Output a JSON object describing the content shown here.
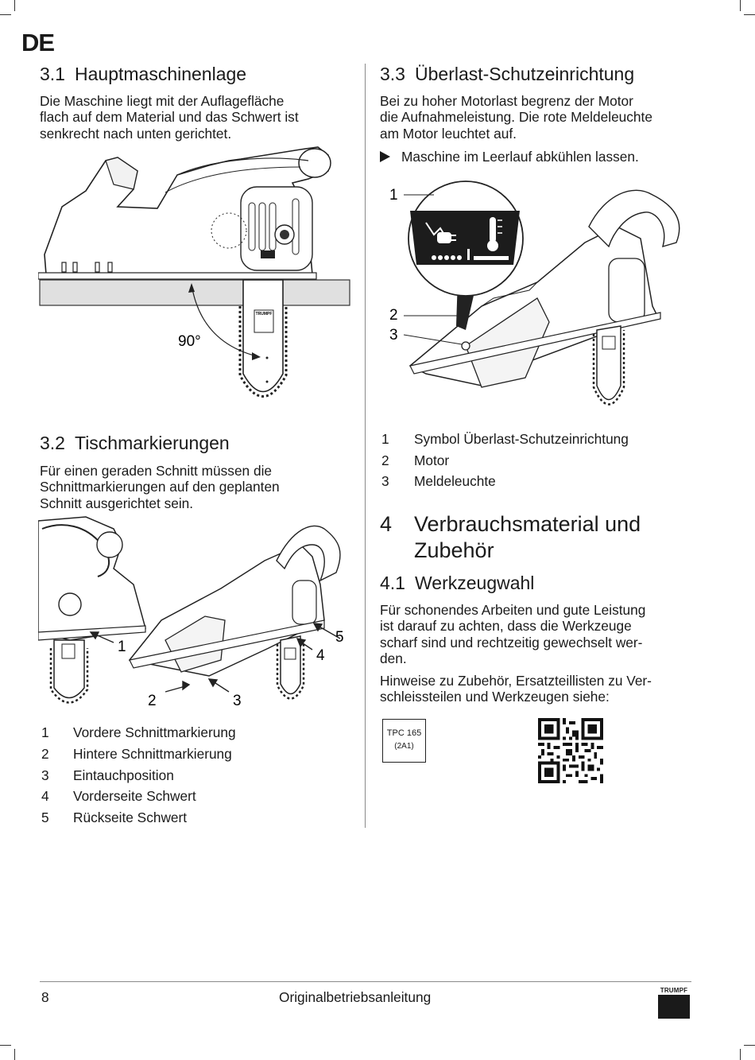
{
  "language": "DE",
  "left": {
    "s31": {
      "number": "3.1",
      "title": "Hauptmaschinenlage",
      "lines": [
        "Die Maschine liegt mit der Auflagefläche",
        "flach auf dem Material und das Schwert ist",
        "senkrecht nach unten gerichtet."
      ],
      "figure": {
        "angle_label": "90°",
        "brand": "TRUMPF"
      }
    },
    "s32": {
      "number": "3.2",
      "title": "Tischmarkierungen",
      "lines": [
        "Für einen geraden Schnitt müssen die",
        "Schnittmarkierungen auf den geplanten",
        "Schnitt ausgerichtet sein."
      ],
      "callouts": [
        "1",
        "2",
        "3",
        "4",
        "5"
      ],
      "legend": [
        {
          "n": "1",
          "text": "Vordere Schnittmarkierung"
        },
        {
          "n": "2",
          "text": "Hintere Schnittmarkierung"
        },
        {
          "n": "3",
          "text": "Eintauchposition"
        },
        {
          "n": "4",
          "text": "Vorderseite Schwert"
        },
        {
          "n": "5",
          "text": "Rückseite Schwert"
        }
      ]
    }
  },
  "right": {
    "s33": {
      "number": "3.3",
      "title": "Überlast-Schutzeinrichtung",
      "lines": [
        "Bei zu hoher Motorlast begrenz der Motor",
        "die Aufnahmeleistung. Die rote Meldeleuchte",
        "am Motor leuchtet auf."
      ],
      "instruction": "Maschine im Leerlauf abkühlen lassen.",
      "callouts": [
        "1",
        "2",
        "3"
      ],
      "legend": [
        {
          "n": "1",
          "text": "Symbol Überlast-Schutzeinrichtung"
        },
        {
          "n": "2",
          "text": "Motor"
        },
        {
          "n": "3",
          "text": "Meldeleuchte"
        }
      ]
    },
    "s4": {
      "number": "4",
      "title_lines": [
        "Verbrauchsmaterial und",
        "Zubehör"
      ]
    },
    "s41": {
      "number": "4.1",
      "title": "Werkzeugwahl",
      "lines_a": [
        "Für schonendes Arbeiten und gute Leistung",
        "ist darauf zu achten, dass die Werkzeuge",
        "scharf sind und rechtzeitig gewechselt wer-",
        "den."
      ],
      "lines_b": [
        "Hinweise zu Zubehör, Ersatzteillisten zu Ver-",
        "schleissteilen und Werkzeugen siehe:"
      ],
      "product_code": "TPC 165",
      "product_sub": "(2A1)"
    }
  },
  "footer": {
    "page": "8",
    "title": "Originalbetriebsanleitung",
    "brand": "TRUMPF"
  }
}
